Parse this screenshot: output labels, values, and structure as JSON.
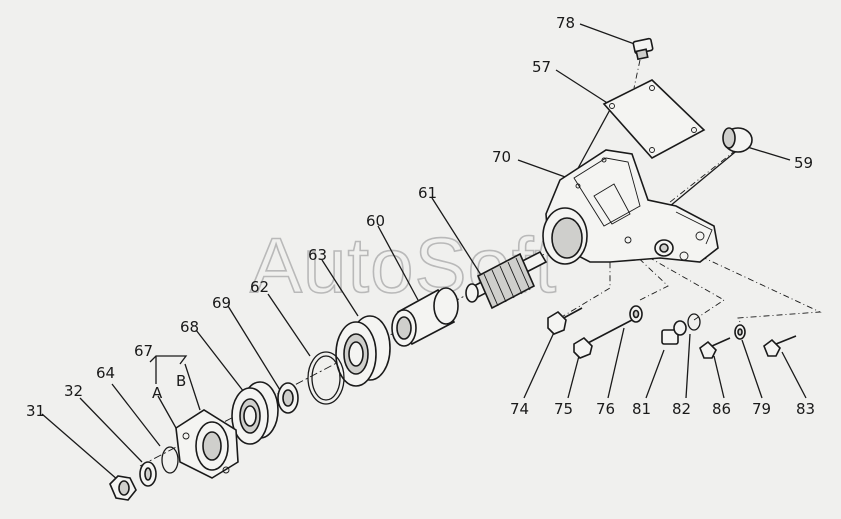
{
  "watermark": "AutoSoft",
  "labels": {
    "l78": "78",
    "l57": "57",
    "l70": "70",
    "l59": "59",
    "l61": "61",
    "l60": "60",
    "l63": "63",
    "l62": "62",
    "l69": "69",
    "l68": "68",
    "l67": "67",
    "lA": "A",
    "lB": "B",
    "l64": "64",
    "l32": "32",
    "l31": "31",
    "l74": "74",
    "l75": "75",
    "l76": "76",
    "l81": "81",
    "l82": "82",
    "l86": "86",
    "l79": "79",
    "l83": "83"
  }
}
